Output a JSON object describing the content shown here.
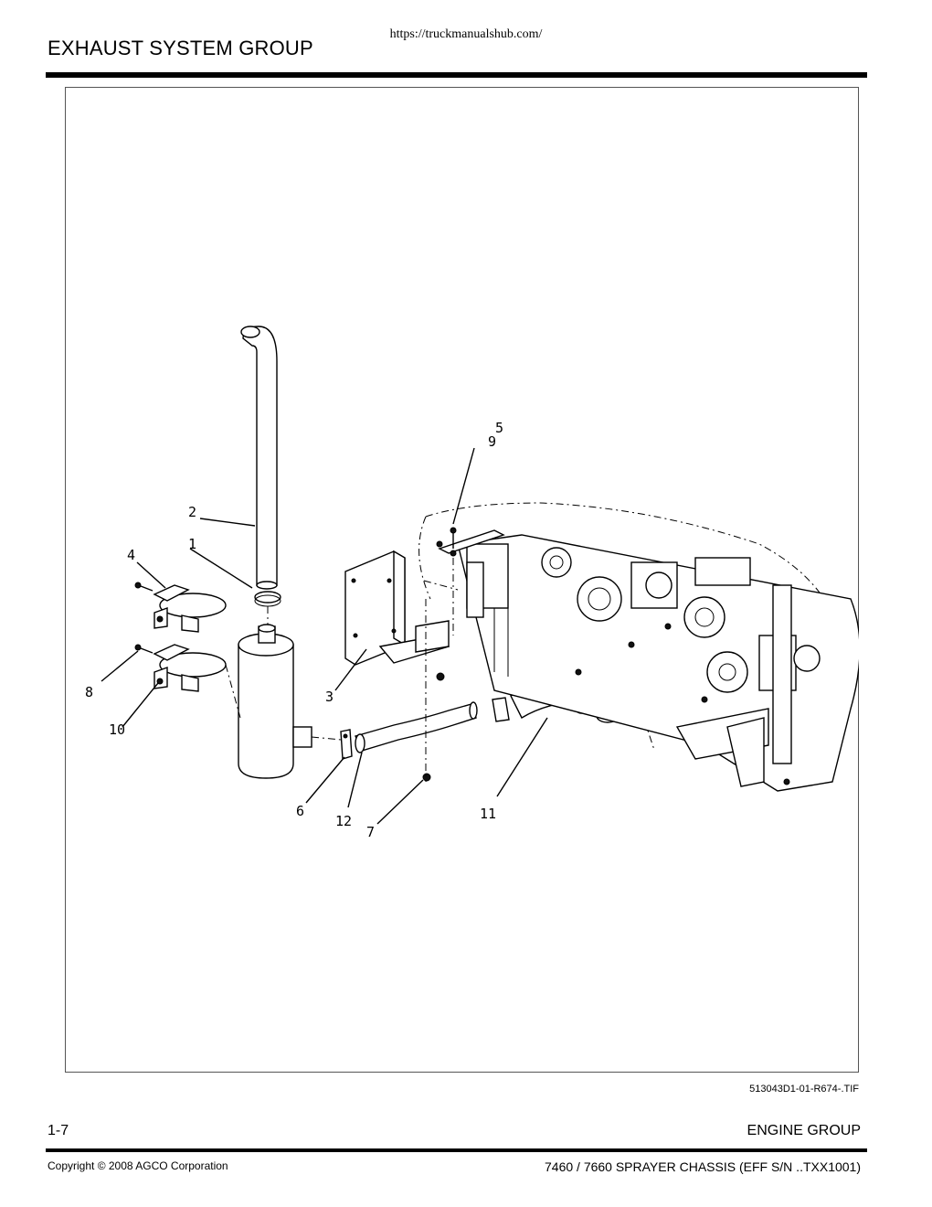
{
  "header": {
    "url": "https://truckmanualshub.com/",
    "title": "EXHAUST SYSTEM GROUP"
  },
  "figure": {
    "reference": "513043D1-01-R674-.TIF",
    "callouts": [
      "1",
      "2",
      "3",
      "4",
      "5",
      "6",
      "7",
      "8",
      "9",
      "10",
      "11",
      "12"
    ]
  },
  "footer": {
    "page": "1-7",
    "section": "ENGINE GROUP",
    "copyright": "Copyright © 2008 AGCO Corporation",
    "model": "7460 / 7660 SPRAYER CHASSIS (EFF S/N ..TXX1001)"
  }
}
